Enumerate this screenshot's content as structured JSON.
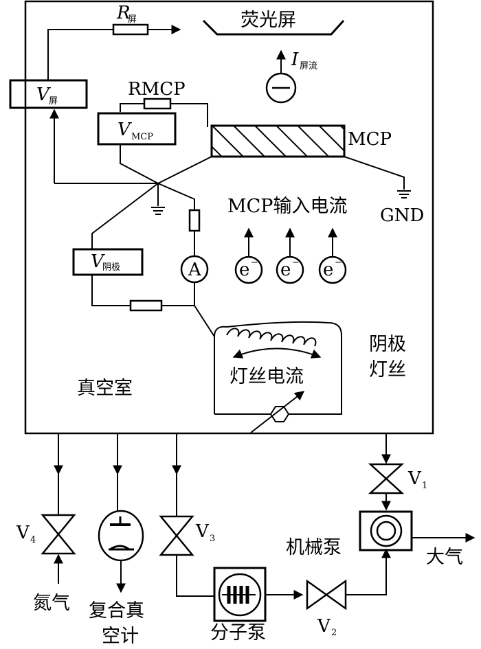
{
  "labels": {
    "r_screen": "R",
    "r_screen_sub": "屏",
    "phosphor_screen": "荧光屏",
    "i_screen": "I",
    "i_screen_sub": "屏流",
    "v_screen": "V",
    "v_screen_sub": "屏",
    "rmcp": "RMCP",
    "v_mcp": "V",
    "v_mcp_sub": "MCP",
    "mcp": "MCP",
    "gnd": "GND",
    "mcp_input_current": "MCP输入电流",
    "electron": "e",
    "electron_sup": "−",
    "v_cathode": "V",
    "v_cathode_sub": "阴极",
    "ammeter": "A",
    "vacuum_chamber": "真空室",
    "cathode_filament_line1": "阴极",
    "cathode_filament_line2": "灯丝",
    "filament_current": "灯丝电流",
    "v1": "V",
    "v1_sub": "1",
    "v2": "V",
    "v2_sub": "2",
    "v3": "V",
    "v3_sub": "3",
    "v4": "V",
    "v4_sub": "4",
    "mechanical_pump": "机械泵",
    "atmosphere": "大气",
    "nitrogen": "氮气",
    "compound_gauge_line1": "复合真",
    "compound_gauge_line2": "空计",
    "molecular_pump": "分子泵"
  }
}
